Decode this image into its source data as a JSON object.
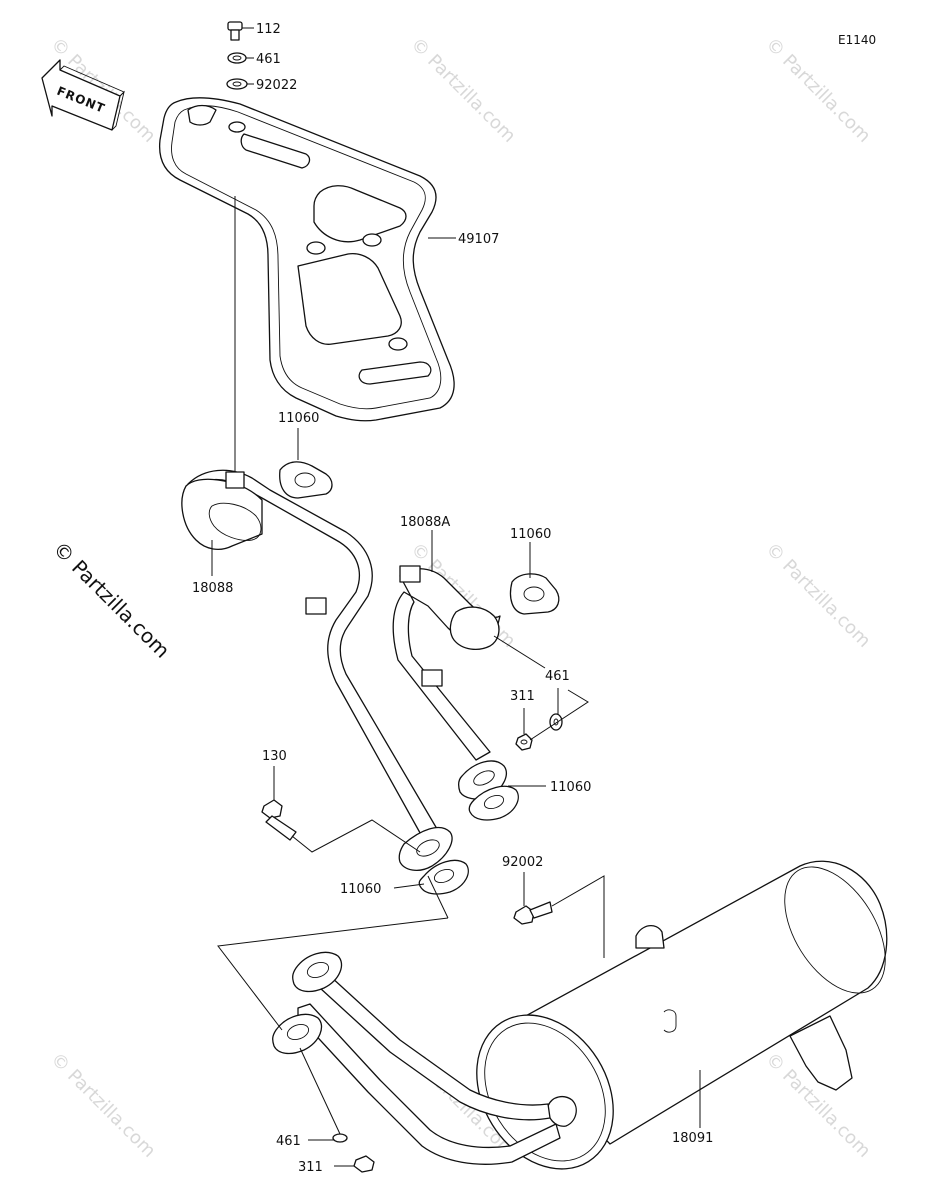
{
  "diagram_code": "E1140",
  "front_label": "FRONT",
  "watermark_main": "© Partzilla.com",
  "watermark_faint": "© Partzilla.com",
  "callouts": {
    "bolt_112": "112",
    "washer_461_top": "461",
    "washer_92022": "92022",
    "heat_guard_49107": "49107",
    "gasket_11060_a": "11060",
    "pipe_18088": "18088",
    "pipe_18088a": "18088A",
    "gasket_11060_b": "11060",
    "washer_461_mid": "461",
    "nut_311_mid": "311",
    "gasket_11060_c": "11060",
    "bolt_130": "130",
    "gasket_11060_d": "11060",
    "bolt_92002": "92002",
    "washer_461_bottom": "461",
    "nut_311_bottom": "311",
    "muffler_18091": "18091"
  }
}
